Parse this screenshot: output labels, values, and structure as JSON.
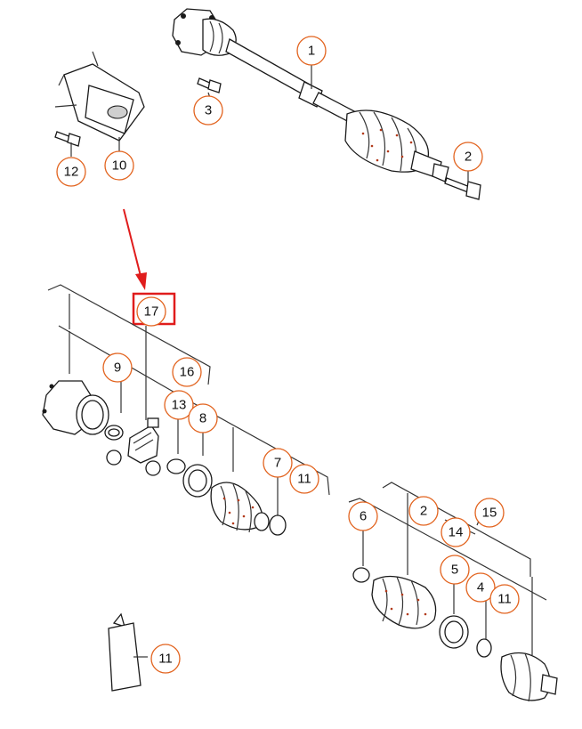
{
  "diagram": {
    "callouts": [
      {
        "id": "c1",
        "label": "1"
      },
      {
        "id": "c2a",
        "label": "2"
      },
      {
        "id": "c3",
        "label": "3"
      },
      {
        "id": "c12",
        "label": "12"
      },
      {
        "id": "c10",
        "label": "10"
      },
      {
        "id": "c17",
        "label": "17"
      },
      {
        "id": "c9",
        "label": "9"
      },
      {
        "id": "c16",
        "label": "16"
      },
      {
        "id": "c13",
        "label": "13"
      },
      {
        "id": "c8",
        "label": "8"
      },
      {
        "id": "c7",
        "label": "7"
      },
      {
        "id": "c11a",
        "label": "11"
      },
      {
        "id": "c6",
        "label": "6"
      },
      {
        "id": "c2b",
        "label": "2"
      },
      {
        "id": "c14",
        "label": "14"
      },
      {
        "id": "c15",
        "label": "15"
      },
      {
        "id": "c5",
        "label": "5"
      },
      {
        "id": "c4",
        "label": "4"
      },
      {
        "id": "c11b",
        "label": "11"
      },
      {
        "id": "c11c",
        "label": "11"
      }
    ],
    "highlighted_callout": "17",
    "highlight_color": "#e01c1c",
    "callout_color": "#e2631e"
  }
}
